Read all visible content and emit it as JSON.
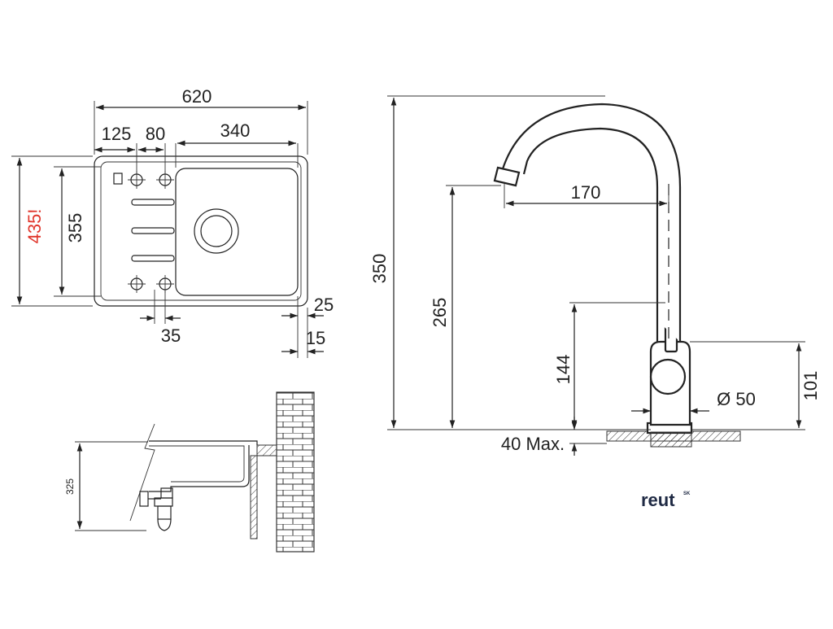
{
  "sink_top": {
    "dim_width": "620",
    "dim_left": "125",
    "dim_tap": "80",
    "dim_bowl": "340",
    "dim_height_total": "435!",
    "dim_height": "355",
    "dim_tap_spacing": "35",
    "dim_edge_25": "25",
    "dim_edge_15": "15"
  },
  "sink_section": {
    "dim_depth": "325"
  },
  "faucet": {
    "dim_height": "350",
    "dim_reach": "170",
    "dim_spout_height": "265",
    "dim_lever_height": "144",
    "dim_base_height": "101",
    "dim_diameter": "Ø 50",
    "dim_countertop": "40 Max."
  },
  "brand": {
    "logo": "reut",
    "logo_suffix": "SK"
  },
  "colors": {
    "line": "#222222",
    "highlight_dimension": "#e0352b",
    "logo": "#1f2a44"
  }
}
